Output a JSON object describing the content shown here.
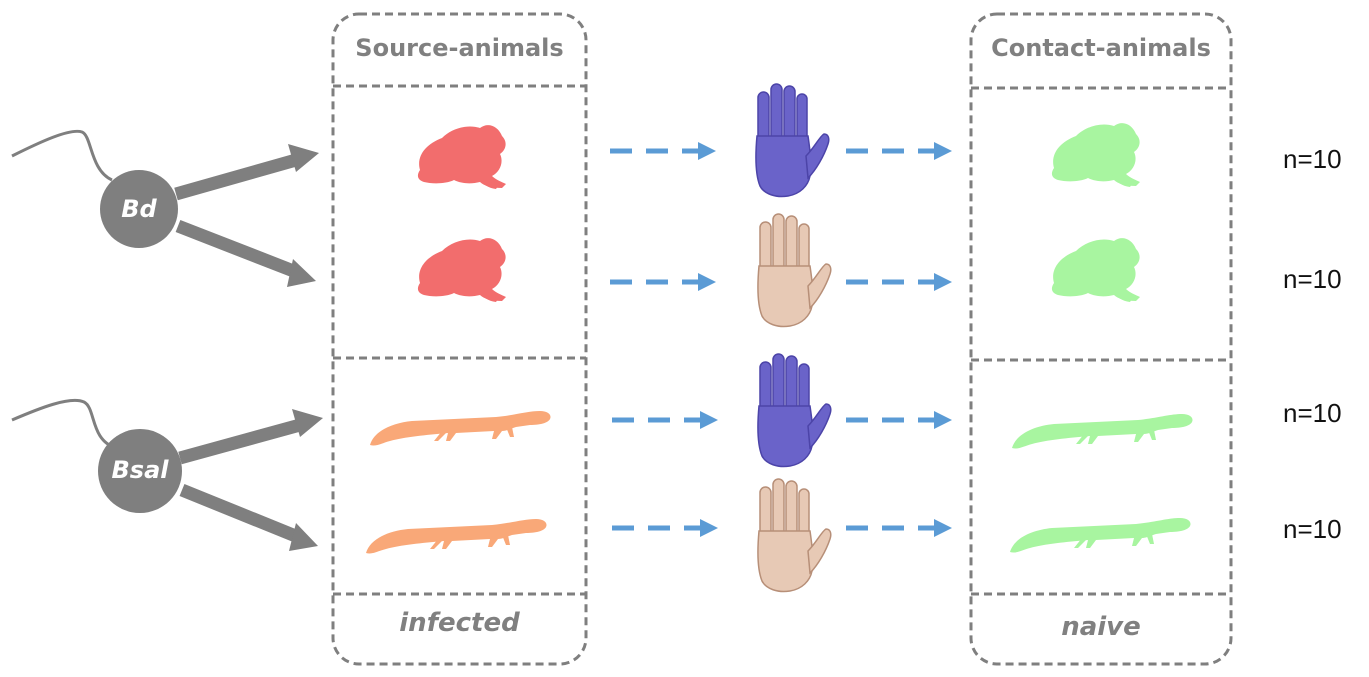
{
  "source_header": "Source-animals",
  "contact_header": "Contact-animals",
  "source_footer": "infected",
  "contact_footer": "naive",
  "pathogens": [
    {
      "label": "Bd"
    },
    {
      "label": "Bsal"
    }
  ],
  "rows": [
    {
      "animal": "frog",
      "hand": "gloved",
      "count": "n=10"
    },
    {
      "animal": "frog",
      "hand": "bare",
      "count": "n=10"
    },
    {
      "animal": "salamander",
      "hand": "gloved",
      "count": "n=10"
    },
    {
      "animal": "salamander",
      "hand": "bare",
      "count": "n=10"
    }
  ],
  "colors": {
    "box_stroke": "#7f7f7f",
    "header_text": "#808080",
    "pathogen_node": "#7f7f7f",
    "pathogen_arrow": "#7f7f7f",
    "transfer_arrow": "#5b9bd5",
    "infected_frog": "#f26d6d",
    "infected_salamander": "#f9a878",
    "naive_animal": "#a8f5a0",
    "glove": "#6a63c9",
    "glove_shade": "#4c44a8",
    "skin": "#e7c9b5",
    "skin_shade": "#b78f78"
  },
  "icons": {
    "frog": "frog-silhouette-icon",
    "salamander": "salamander-silhouette-icon",
    "gloved": "gloved-hand-icon",
    "bare": "bare-hand-icon"
  }
}
